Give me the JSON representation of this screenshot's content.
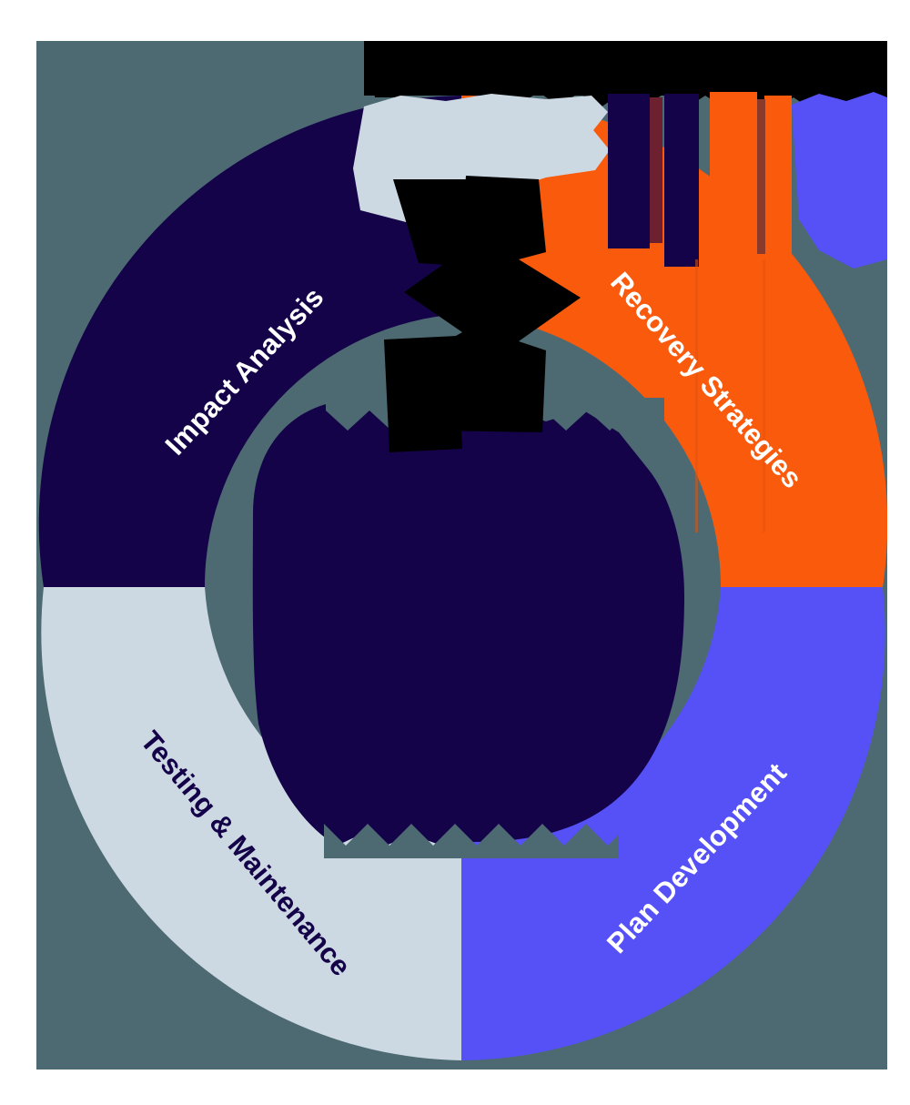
{
  "diagram": {
    "type": "cycle-ring",
    "title": "",
    "background_color": "#4d6a73",
    "center_color": "#140348",
    "segments": [
      {
        "id": "impact-analysis",
        "label": "Impact Analysis",
        "fill": "#140348",
        "text_color": "#ffffff",
        "position": "top-left",
        "order": 1
      },
      {
        "id": "recovery-strategies",
        "label": "Recovery Strategies",
        "fill": "#fa5a0c",
        "text_color": "#ffffff",
        "position": "top-right",
        "order": 2
      },
      {
        "id": "plan-development",
        "label": "Plan Development",
        "fill": "#5551f7",
        "text_color": "#ffffff",
        "position": "bottom-right",
        "order": 3
      },
      {
        "id": "testing-maintenance",
        "label": "Testing & Maintenance",
        "fill": "#cdd9e2",
        "text_color": "#140348",
        "position": "bottom-left",
        "order": 4
      }
    ],
    "palette": {
      "navy": "#140348",
      "orange": "#fa5a0c",
      "periwinkle": "#5551f7",
      "pale_blue": "#cdd9e2",
      "slate": "#4d6a73",
      "black": "#000000",
      "white": "#ffffff"
    }
  }
}
